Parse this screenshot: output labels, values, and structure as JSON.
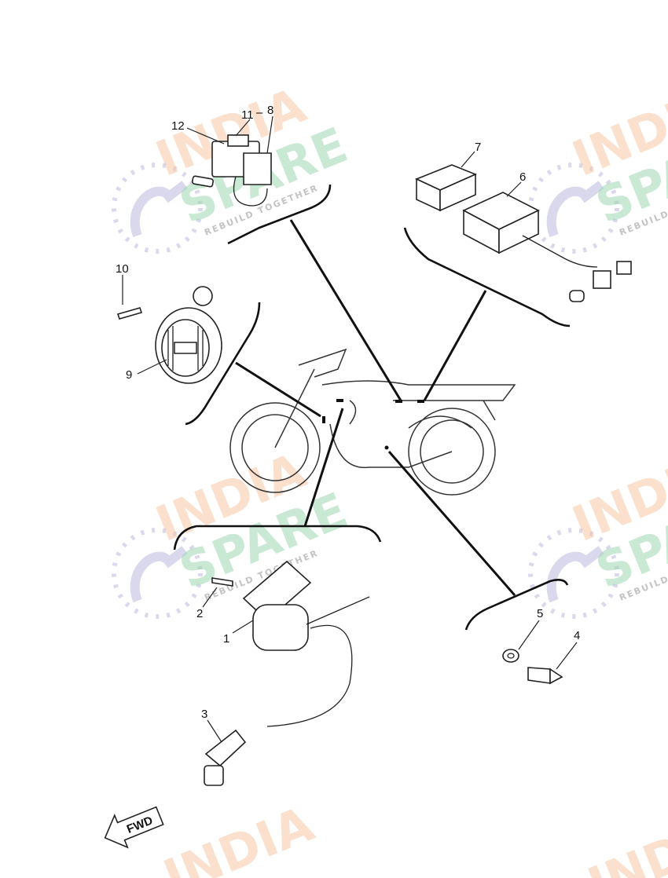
{
  "diagram": {
    "callouts": [
      {
        "id": "c1",
        "label": "1"
      },
      {
        "id": "c2",
        "label": "2"
      },
      {
        "id": "c3",
        "label": "3"
      },
      {
        "id": "c4",
        "label": "4"
      },
      {
        "id": "c5",
        "label": "5"
      },
      {
        "id": "c6",
        "label": "6"
      },
      {
        "id": "c7",
        "label": "7"
      },
      {
        "id": "c8",
        "label": "8"
      },
      {
        "id": "c9",
        "label": "9"
      },
      {
        "id": "c10",
        "label": "10"
      },
      {
        "id": "c11",
        "label": "11"
      },
      {
        "id": "c12",
        "label": "12"
      }
    ],
    "direction_label": "FWD"
  },
  "watermark": {
    "line1": "INDIA",
    "line2": "SPARE",
    "tagline": "REBUILD TOGETHER",
    "colors": {
      "india": "#f7c8a6",
      "spare": "#9fd8b2",
      "wrench": "#c9c7e6"
    }
  }
}
